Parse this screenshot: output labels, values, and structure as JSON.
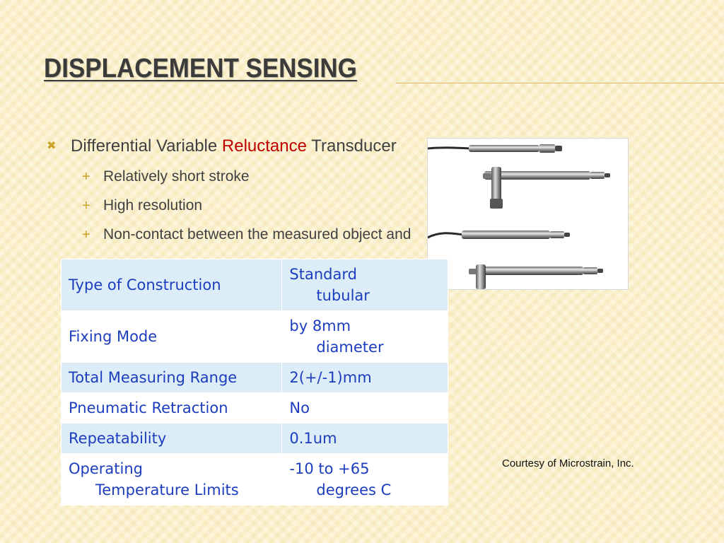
{
  "slide": {
    "title": "Displacement Sensing",
    "bullet": {
      "text_before": "Differential Variable ",
      "highlight": "Reluctance",
      "text_after": " Transducer"
    },
    "sub_bullets": [
      "Relatively short stroke",
      "High resolution",
      "Non-contact between the measured object and"
    ],
    "table": [
      {
        "label": "Type of Construction",
        "value_line1": "Standard",
        "value_line2": "tubular"
      },
      {
        "label": "Fixing Mode",
        "value_line1": "by 8mm",
        "value_line2": "diameter"
      },
      {
        "label": "Total Measuring Range",
        "value_line1": "2(+/-1)mm",
        "value_line2": ""
      },
      {
        "label": "Pneumatic Retraction",
        "value_line1": "No",
        "value_line2": ""
      },
      {
        "label": "Repeatability",
        "value_line1": "0.1um",
        "value_line2": ""
      },
      {
        "label_line1": "Operating",
        "label_line2": "Temperature Limits",
        "value_line1": "-10 to +65",
        "value_line2": "degrees C"
      }
    ],
    "courtesy": "Courtesy of Microstrain, Inc.",
    "colors": {
      "accent_red": "#c00000",
      "title": "#3b3b3b",
      "bullet_marker": "#c9a227",
      "table_text": "#1c3dbd",
      "table_band": "#dcedf8"
    },
    "icons": {
      "bullet_marker": "x-mark-icon",
      "sub_bullet_marker": "plus-icon"
    }
  }
}
